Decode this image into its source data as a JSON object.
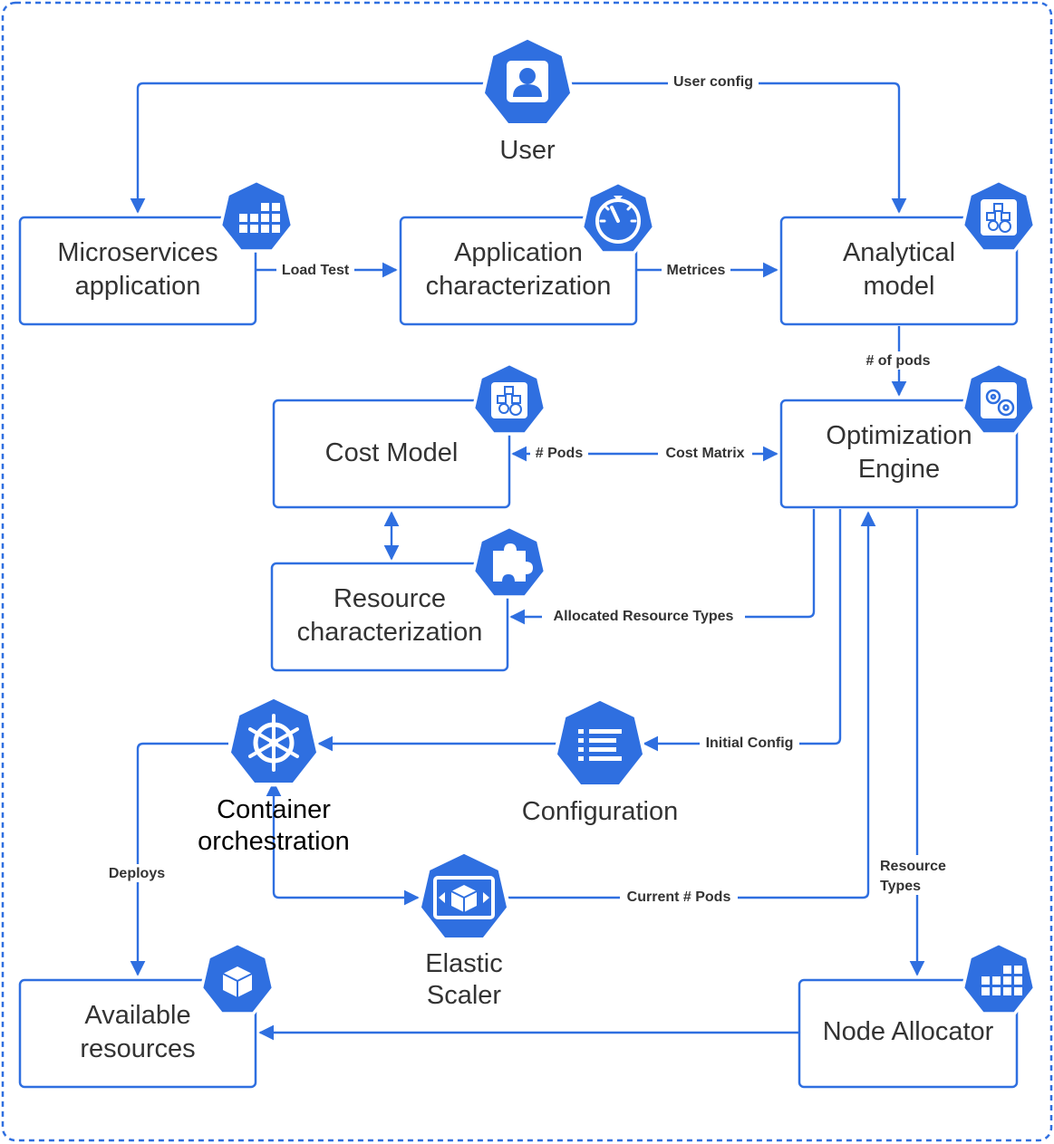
{
  "colors": {
    "accent": "#2f6fe0",
    "box_stroke": "#2f6fe0",
    "text": "#333333",
    "background": "#ffffff"
  },
  "nodes": {
    "user": {
      "label": "User",
      "icon": "user-icon"
    },
    "microservices": {
      "line1": "Microservices",
      "line2": "application",
      "icon": "grid-icon"
    },
    "app_char": {
      "line1": "Application",
      "line2": "characterization",
      "icon": "speedometer-icon"
    },
    "analytical": {
      "line1": "Analytical",
      "line2": "model",
      "icon": "cubes-gears-icon"
    },
    "cost_model": {
      "label": "Cost Model",
      "icon": "cubes-gears-icon"
    },
    "optimization": {
      "line1": "Optimization",
      "line2": "Engine",
      "icon": "gears-icon"
    },
    "resource_char": {
      "line1": "Resource",
      "line2": "characterization",
      "icon": "puzzle-icon"
    },
    "container": {
      "line1": "Container",
      "line2": "orchestration",
      "icon": "helm-wheel-icon"
    },
    "configuration": {
      "label": "Configuration",
      "icon": "list-icon"
    },
    "elastic": {
      "line1": "Elastic",
      "line2": "Scaler",
      "icon": "cube-arrows-icon"
    },
    "available": {
      "line1": "Available",
      "line2": "resources",
      "icon": "cube-icon"
    },
    "node_allocator": {
      "label": "Node Allocator",
      "icon": "grid-icon"
    }
  },
  "edges": {
    "user_config": "User config",
    "load_test": "Load Test",
    "metrices": "Metrices",
    "num_pods": "# of pods",
    "pods": "# Pods",
    "cost_matrix": "Cost Matrix",
    "allocated_types": "Allocated Resource Types",
    "initial_config": "Initial Config",
    "deploys": "Deploys",
    "current_pods": "Current # Pods",
    "resource_types_1": "Resource",
    "resource_types_2": "Types"
  }
}
